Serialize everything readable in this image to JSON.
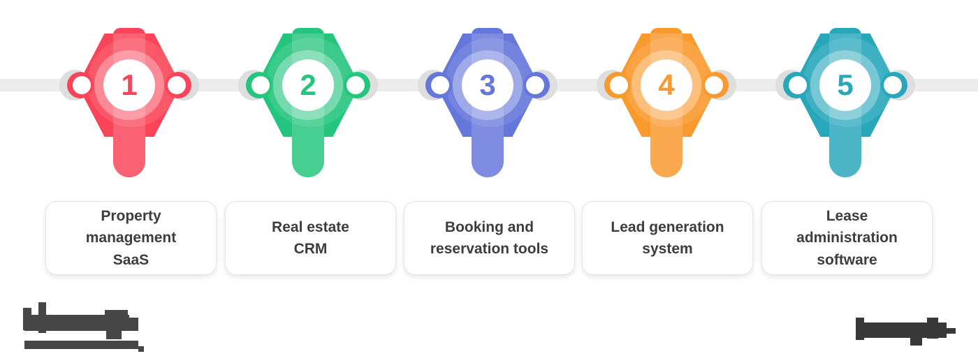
{
  "timeline": {
    "line_color": "#ececec",
    "items": [
      {
        "number": "1",
        "label": "Property\nmanagement\nSaaS",
        "color": "#fa4459"
      },
      {
        "number": "2",
        "label": "Real estate\nCRM",
        "color": "#24c57d"
      },
      {
        "number": "3",
        "label": "Booking and\nreservation tools",
        "color": "#6577db"
      },
      {
        "number": "4",
        "label": "Lead generation\nsystem",
        "color": "#f9992e"
      },
      {
        "number": "5",
        "label": "Lease\nadministration\nsoftware",
        "color": "#28a7bb"
      }
    ]
  },
  "footer": {
    "left_logo": "blurred (illegible)",
    "right_text": "blurred (illegible)"
  }
}
